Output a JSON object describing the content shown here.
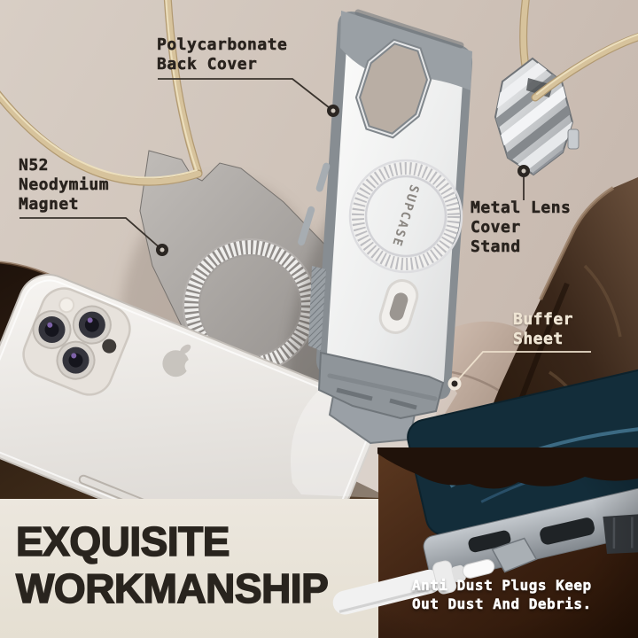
{
  "brand": {
    "case_logo": "SUPCASE"
  },
  "callouts": {
    "back_cover": {
      "line1": "Polycarbonate",
      "line2": "Back Cover"
    },
    "magnet": {
      "line1": "N52",
      "line2": "Neodymium",
      "line3": "Magnet"
    },
    "lens_stand": {
      "line1": "Metal Lens",
      "line2": "Cover",
      "line3": "Stand"
    },
    "buffer_sheet": {
      "line1": "Buffer",
      "line2": "Sheet"
    }
  },
  "heading": {
    "line1": "EXQUISITE",
    "line2": "WORKMANSHIP"
  },
  "inset": {
    "caption_line1": "Anti Dust Plugs Keep",
    "caption_line2": "Out Dust And Debris."
  },
  "colors": {
    "background": "#cdc1b7",
    "panel_cream": "#eae5db",
    "inset_brown": "#3b2114",
    "label_dark": "#29231e",
    "label_light": "#efe5d4",
    "cord_tan": "#d5c19a",
    "case_white": "#eef0f1",
    "rock_brown": "#3a281c",
    "phone_silver": "#e9e5e0"
  }
}
